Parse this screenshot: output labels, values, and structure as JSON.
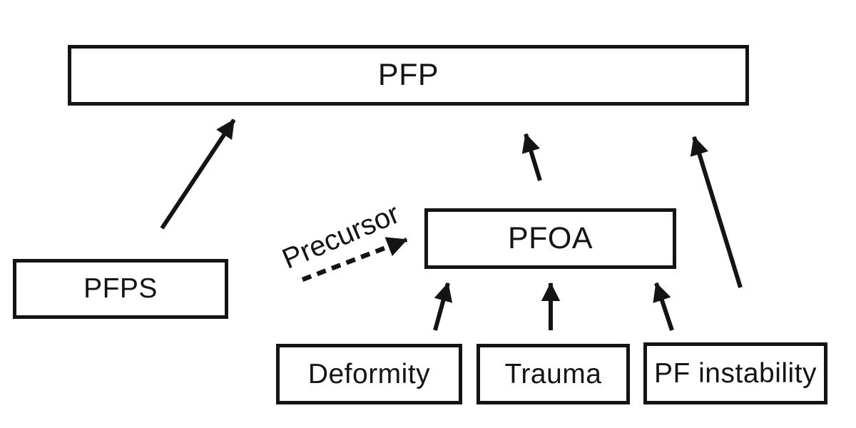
{
  "diagram": {
    "background_color": "#ffffff",
    "line_color": "#141414",
    "box_fill_color": "#ffffff",
    "nodes": [
      {
        "id": "pfp",
        "label": "PFP"
      },
      {
        "id": "pfps",
        "label": "PFPS"
      },
      {
        "id": "pfoa",
        "label": "PFOA"
      },
      {
        "id": "deformity",
        "label": "Deformity"
      },
      {
        "id": "trauma",
        "label": "Trauma"
      },
      {
        "id": "pf_instability",
        "label": "PF instability"
      }
    ],
    "edges": [
      {
        "from": "PFPS",
        "to": "PFP",
        "style": "solid-arrow"
      },
      {
        "from": "PFOA",
        "to": "PFP",
        "style": "solid-arrow"
      },
      {
        "from": "PF instability",
        "to": "PFP",
        "style": "solid-arrow"
      },
      {
        "from": "Deformity",
        "to": "PFOA",
        "style": "solid-arrow"
      },
      {
        "from": "Trauma",
        "to": "PFOA",
        "style": "solid-arrow"
      },
      {
        "from": "PF instability",
        "to": "PFOA",
        "style": "solid-arrow"
      },
      {
        "from": "PFPS",
        "to": "PFOA",
        "style": "dashed-arrow",
        "label": "Precursor"
      }
    ]
  }
}
